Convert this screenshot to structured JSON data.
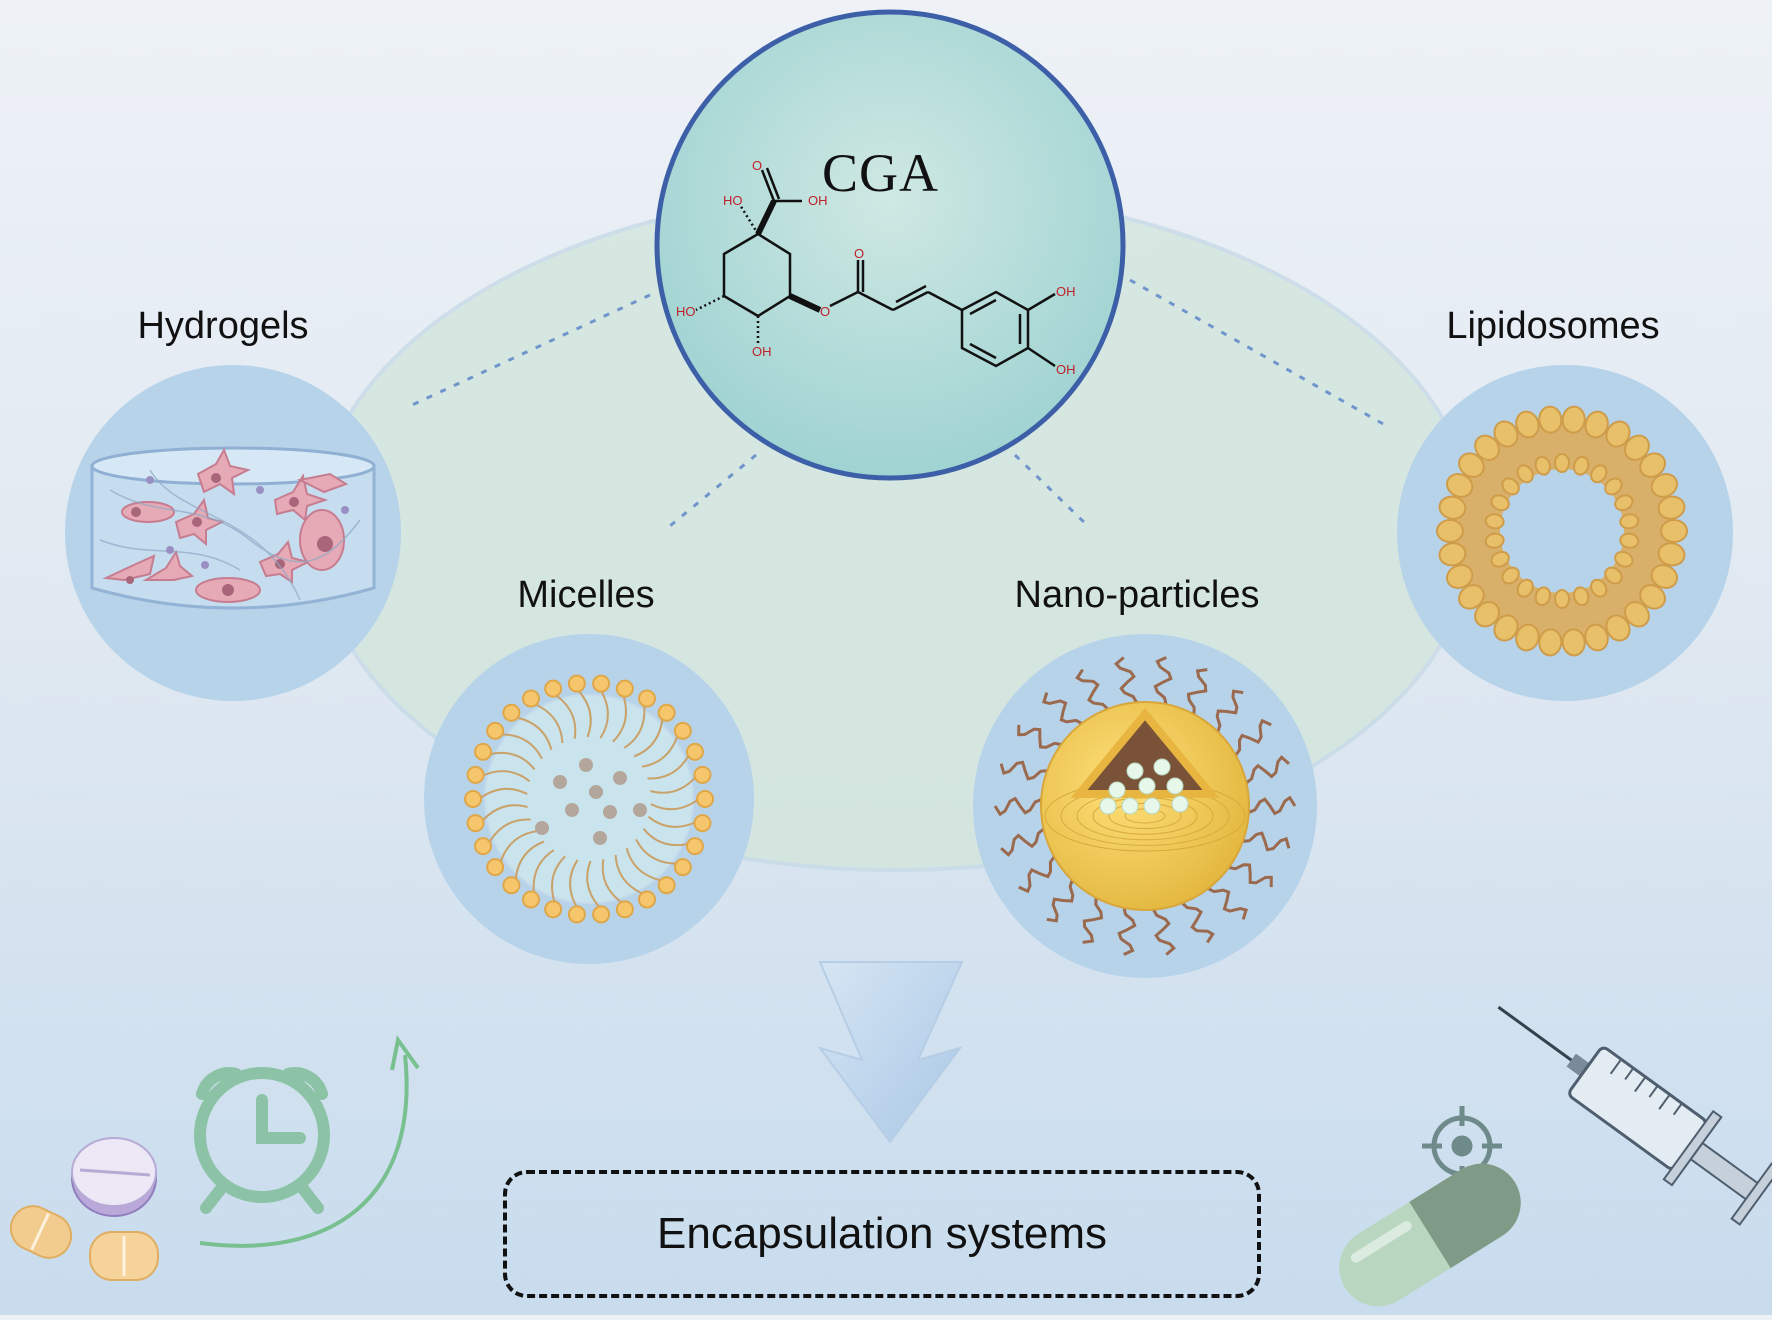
{
  "center": {
    "title": "CGA",
    "molecule_labels": [
      "O",
      "HO",
      "OH",
      "HO",
      "OH",
      "O",
      "O",
      "OH",
      "OH"
    ]
  },
  "nodes": [
    {
      "id": "hydrogels",
      "label": "Hydrogels"
    },
    {
      "id": "micelles",
      "label": "Micelles"
    },
    {
      "id": "nanoparticles",
      "label": "Nano-particles"
    },
    {
      "id": "lipidosomes",
      "label": "Lipidosomes"
    }
  ],
  "conclusion": {
    "label": "Encapsulation systems"
  },
  "colors": {
    "center_fill": "#a9d8d6",
    "center_border": "#3c5fa8",
    "node_fill": "#b7d3ea",
    "ellipse_fill": "#d5e6df",
    "connector": "#6f95cc",
    "lipid": "#e8c06a",
    "lipid_dark": "#cf9c4a"
  },
  "icons": [
    "hydrogel-icon",
    "micelle-icon",
    "nanoparticle-icon",
    "liposome-icon",
    "arrow-down-icon",
    "alarm-clock-icon",
    "pills-icon",
    "target-icon",
    "capsule-icon",
    "syringe-icon"
  ]
}
